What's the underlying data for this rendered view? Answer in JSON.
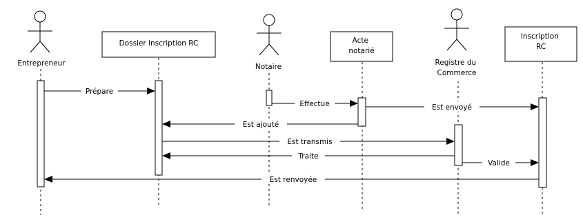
{
  "diagram": {
    "type": "sequence",
    "colors": {
      "background": "#ffffff",
      "line": "#000000",
      "box_fill": "#ffffff"
    },
    "participants": [
      {
        "id": "entrepreneur",
        "label": "Entrepreneur",
        "kind": "actor"
      },
      {
        "id": "dossier",
        "label": "Dossier inscription RC",
        "kind": "object"
      },
      {
        "id": "notaire",
        "label": "Notaire",
        "kind": "actor"
      },
      {
        "id": "acte",
        "label": "Acte\nnotarié",
        "kind": "object"
      },
      {
        "id": "registre",
        "label": "Registre du\nCommerce",
        "kind": "actor"
      },
      {
        "id": "inscription",
        "label": "Inscription\nRC",
        "kind": "object"
      }
    ],
    "messages": [
      {
        "from": "entrepreneur",
        "to": "dossier",
        "label": "Prépare"
      },
      {
        "from": "notaire",
        "to": "acte",
        "label": "Effectue"
      },
      {
        "from": "acte",
        "to": "inscription",
        "label": "Est envoyé"
      },
      {
        "from": "acte",
        "to": "dossier",
        "label": "Est ajouté"
      },
      {
        "from": "dossier",
        "to": "registre",
        "label": "Est transmis"
      },
      {
        "from": "registre",
        "to": "dossier",
        "label": "Traite"
      },
      {
        "from": "registre",
        "to": "inscription",
        "label": "Valide"
      },
      {
        "from": "inscription",
        "to": "entrepreneur",
        "label": "Est renvoyée"
      }
    ]
  }
}
